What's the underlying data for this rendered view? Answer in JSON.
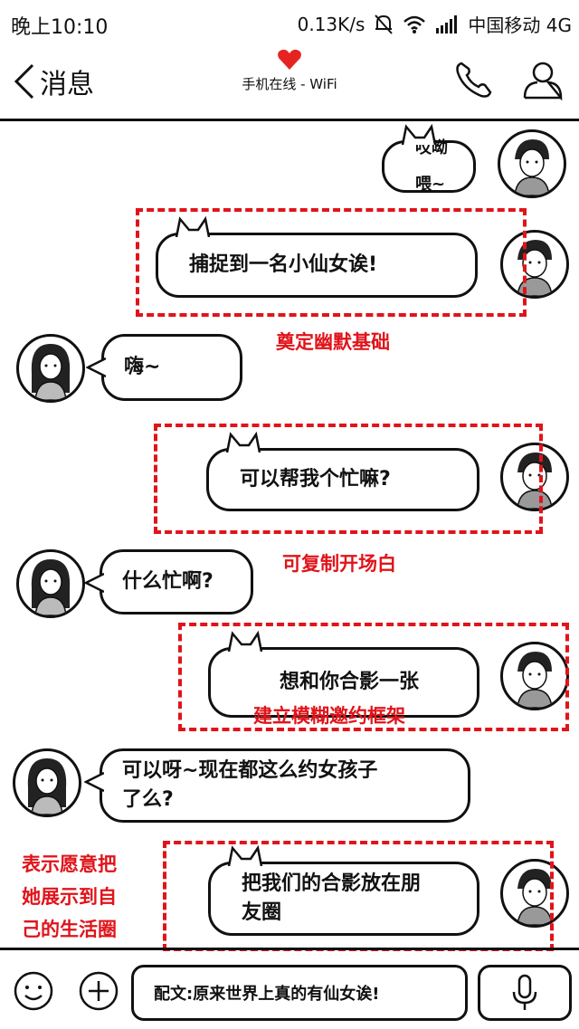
{
  "status_bar": {
    "time": "晚上10:10",
    "speed": "0.13K/s",
    "carrier": "中国移动 4G"
  },
  "nav": {
    "back_label": "消息",
    "online_status": "手机在线 - WiFi",
    "heart_color": "#e52421"
  },
  "messages": [
    {
      "side": "right",
      "text": "哎呦喂~"
    },
    {
      "side": "right",
      "text": "捕捉到一名小仙女诶!"
    },
    {
      "side": "left",
      "text": "嗨~"
    },
    {
      "side": "right",
      "text": "可以帮我个忙嘛?"
    },
    {
      "side": "left",
      "text": "什么忙啊?"
    },
    {
      "side": "right",
      "text": "想和你合影一张"
    },
    {
      "side": "left",
      "line1": "可以呀~现在都这么约女孩子",
      "line2": "了么?"
    },
    {
      "side": "right",
      "line1": "把我们的合影放在朋",
      "line2": "友圈"
    }
  ],
  "annotations": {
    "a1": "奠定幽默基础",
    "a2": "可复制开场白",
    "a3": "建立模糊邀约框架",
    "a4_line1": "表示愿意把",
    "a4_line2": "她展示到自",
    "a4_line3": "己的生活圈",
    "color": "#e0141a"
  },
  "input": {
    "text": "配文:原来世界上真的有仙女诶!"
  }
}
